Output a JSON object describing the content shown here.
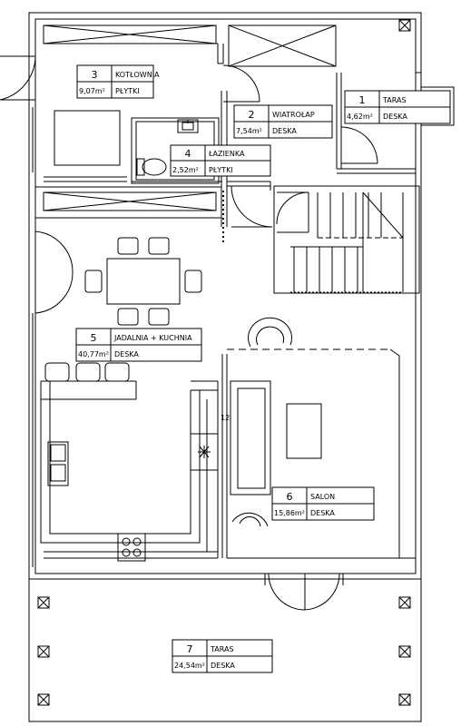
{
  "rooms": [
    {
      "num": "1",
      "name": "TARAS",
      "area": "4,62m²",
      "floor": "DESKA"
    },
    {
      "num": "2",
      "name": "WIATROŁAP",
      "area": "7,54m²",
      "floor": "DESKA"
    },
    {
      "num": "3",
      "name": "KOTŁOWNIA",
      "area": "9,07m²",
      "floor": "PŁYTKI"
    },
    {
      "num": "4",
      "name": "ŁAZIENKA",
      "area": "2,52m²",
      "floor": "PŁYTKI"
    },
    {
      "num": "5",
      "name": "JADALNIA + KUCHNIA",
      "area": "40,77m²",
      "floor": "DESKA"
    },
    {
      "num": "6",
      "name": "SALON",
      "area": "15,86m²",
      "floor": "DESKA"
    },
    {
      "num": "7",
      "name": "TARAS",
      "area": "24,54m²",
      "floor": "DESKA"
    }
  ],
  "stair_label": "12"
}
